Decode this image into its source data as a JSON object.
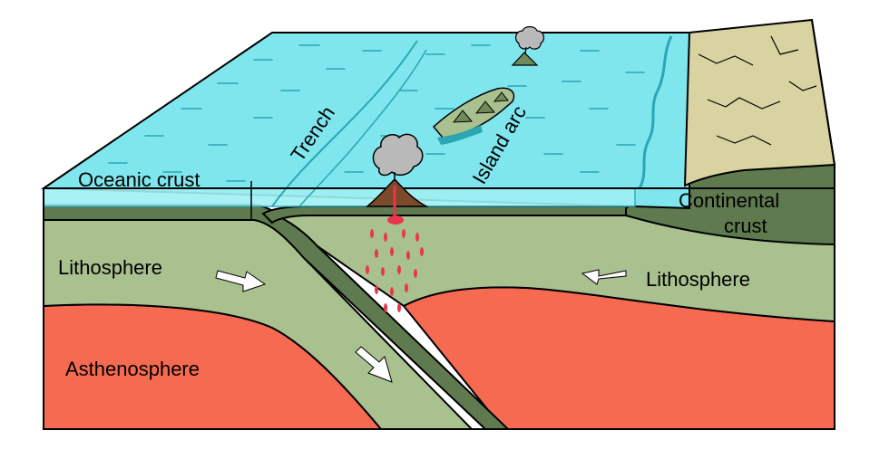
{
  "labels": {
    "trench": "Trench",
    "island_arc": "Island arc",
    "oceanic_crust": "Oceanic crust",
    "continental_crust_line1": "Continental",
    "continental_crust_line2": "crust",
    "lithosphere_left": "Lithosphere",
    "lithosphere_right": "Lithosphere",
    "asthenosphere": "Asthenosphere"
  },
  "colors": {
    "ocean_surface": "#7fe6ee",
    "ocean_front": "#9ff0f4",
    "ocean_lines": "#2aa6b4",
    "lithosphere": "#a9c08f",
    "crust": "#5f7a4e",
    "asthenosphere": "#f76a52",
    "continent_top": "#d9d3a2",
    "volcano": "#7a4a2a",
    "ash_cloud": "#b9b9b9",
    "magma": "#e8364e",
    "arrow": "#ffffff"
  }
}
